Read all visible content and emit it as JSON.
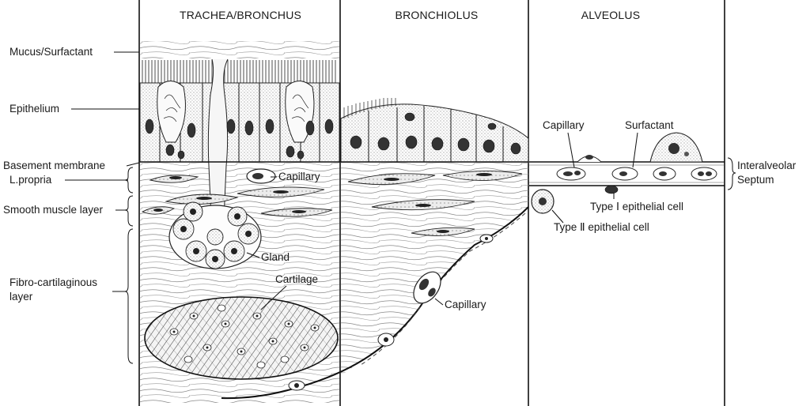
{
  "headers": {
    "trachea": "TRACHEA/BRONCHUS",
    "bronchiolus": "BRONCHIOLUS",
    "alveolus": "ALVEOLUS"
  },
  "left_labels": {
    "mucus": "Mucus/Surfactant",
    "epithelium": "Epithelium",
    "basement": "Basement membrane",
    "lpropria": "L.propria",
    "smooth": "Smooth muscle layer",
    "fibro_1": "Fibro-cartilaginous",
    "fibro_2": "layer"
  },
  "inner_labels": {
    "capillary_trachea": "Capillary",
    "gland": "Gland",
    "cartilage": "Cartilage",
    "capillary_bronch": "Capillary",
    "capillary_alv": "Capillary",
    "surfactant": "Surfactant",
    "type1": "Type Ⅰ epithelial cell",
    "type2": "Type Ⅱ epithelial cell"
  },
  "right_labels": {
    "septum_1": "Interalveolar",
    "septum_2": "Septum"
  }
}
